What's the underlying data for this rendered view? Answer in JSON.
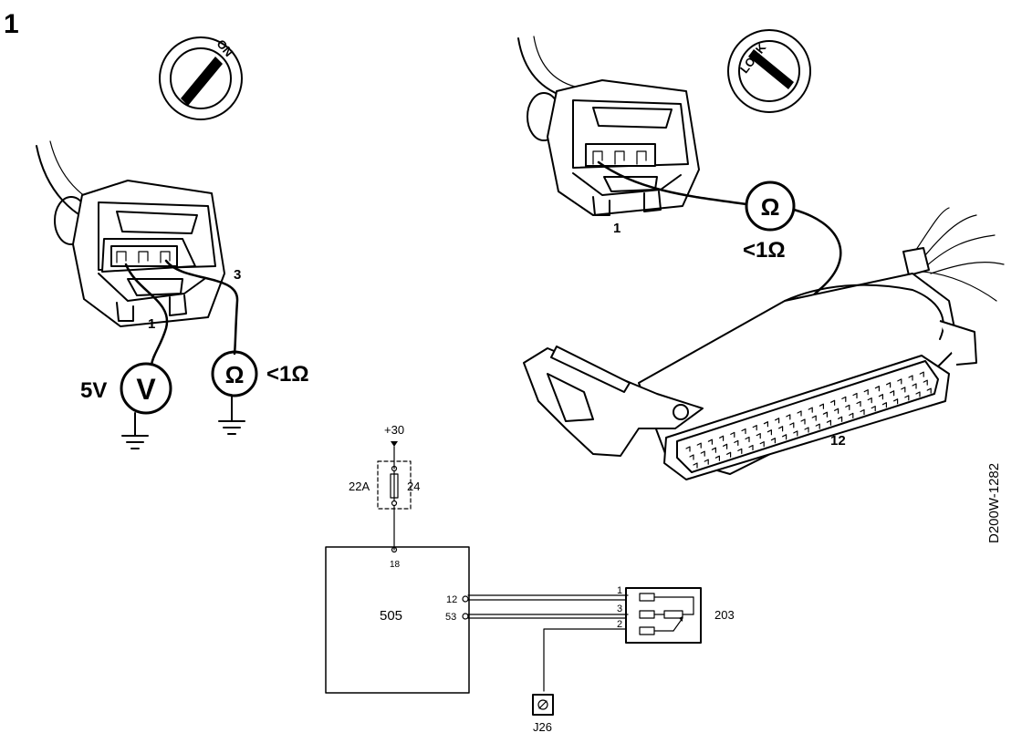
{
  "figure_number": "1",
  "doc_code": "D200W-1282",
  "left_panel": {
    "ignition_label": "ON",
    "pin_label_1": "1",
    "pin_label_3": "3",
    "voltmeter_symbol": "V",
    "voltage_reading": "5V",
    "ohmmeter_symbol": "Ω",
    "resistance_reading": "<1Ω"
  },
  "right_panel": {
    "ignition_label": "LOCK",
    "pin_label_1": "1",
    "ohmmeter_symbol": "Ω",
    "resistance_reading": "<1Ω",
    "ecu_pin_label": "12"
  },
  "schematic": {
    "supply_label": "+30",
    "fuse_label_left": "22A",
    "fuse_label_right": "24",
    "module_label": "505",
    "module_pin_top": "18",
    "module_pin_a": "12",
    "module_pin_b": "53",
    "sensor_label": "203",
    "sensor_pin_1": "1",
    "sensor_pin_3": "3",
    "sensor_pin_2": "2",
    "ground_label": "J26"
  }
}
